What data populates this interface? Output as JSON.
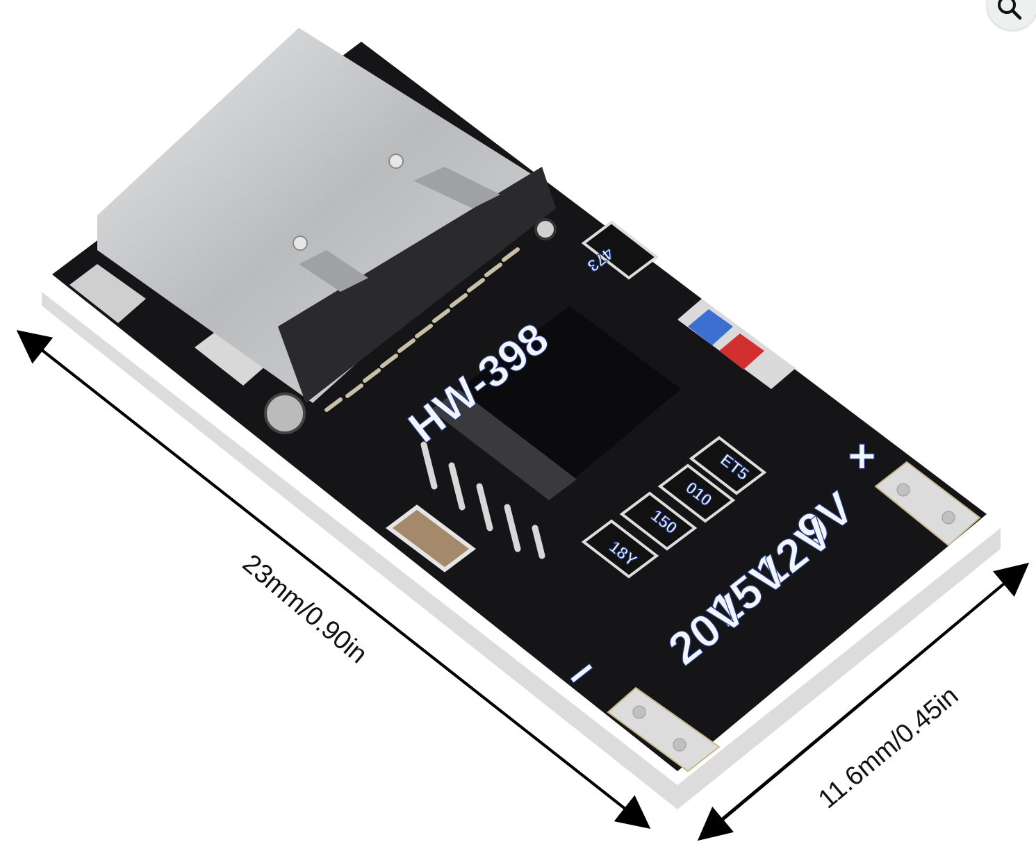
{
  "image": {
    "subject": "USB Type-C PD trigger module board",
    "board_silkscreen": {
      "model": "HW-398",
      "resistor_markings": [
        "473",
        "ET5",
        "010",
        "150",
        "18Y"
      ],
      "voltage_labels": [
        "9V",
        "12V",
        "15V",
        "20V"
      ],
      "polarity_plus": "+",
      "polarity_minus": "−"
    },
    "dimensions": {
      "length": "23mm/0.90in",
      "width": "11.6mm/0.45in"
    }
  },
  "controls": {
    "zoom_icon": "magnifier-icon"
  },
  "colors": {
    "pcb": "#151518",
    "silkscreen": "#f2f5fb",
    "connector_metal": "#c9cbcd",
    "pad_metal": "#dcdcdc",
    "edge": "#e4e4e4",
    "diode_blue": "#3b6fd0",
    "diode_red": "#d23030"
  }
}
